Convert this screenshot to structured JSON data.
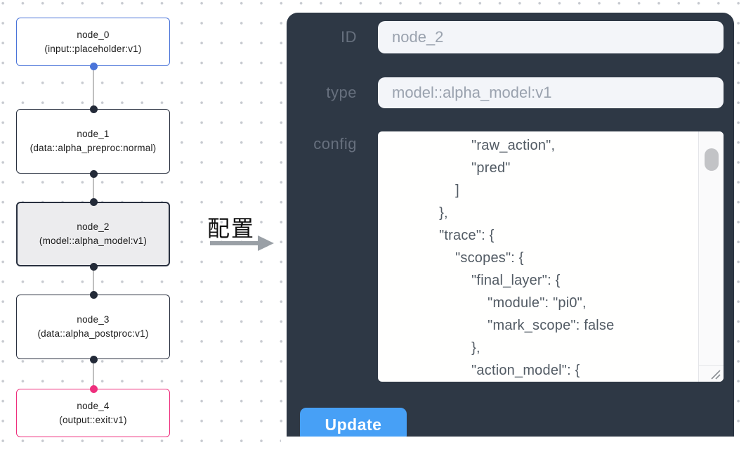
{
  "flowchart": {
    "nodes": [
      {
        "id": "node_0",
        "type": "(input::placeholder:v1)"
      },
      {
        "id": "node_1",
        "type": "(data::alpha_preproc:normal)"
      },
      {
        "id": "node_2",
        "type": "(model::alpha_model:v1)"
      },
      {
        "id": "node_3",
        "type": "(data::alpha_postproc:v1)"
      },
      {
        "id": "node_4",
        "type": "(output::exit:v1)"
      }
    ]
  },
  "transition": {
    "label": "配置"
  },
  "panel": {
    "id_label": "ID",
    "id_value": "node_2",
    "type_label": "type",
    "type_value": "model::alpha_model:v1",
    "config_label": "config",
    "config_value": "                    \"raw_action\",\n                    \"pred\"\n                ]\n            },\n            \"trace\": {\n                \"scopes\": {\n                    \"final_layer\": {\n                        \"module\": \"pi0\",\n                        \"mark_scope\": false\n                    },\n                    \"action_model\": {",
    "update_label": "Update"
  },
  "colors": {
    "accent_blue": "#4a74d9",
    "accent_pink": "#ee2f7d",
    "node_dark": "#29303f",
    "selected_fill": "#ececee",
    "panel_bg": "#2e3845",
    "button_blue": "#47a0f6",
    "input_bg": "#f3f5f9"
  }
}
